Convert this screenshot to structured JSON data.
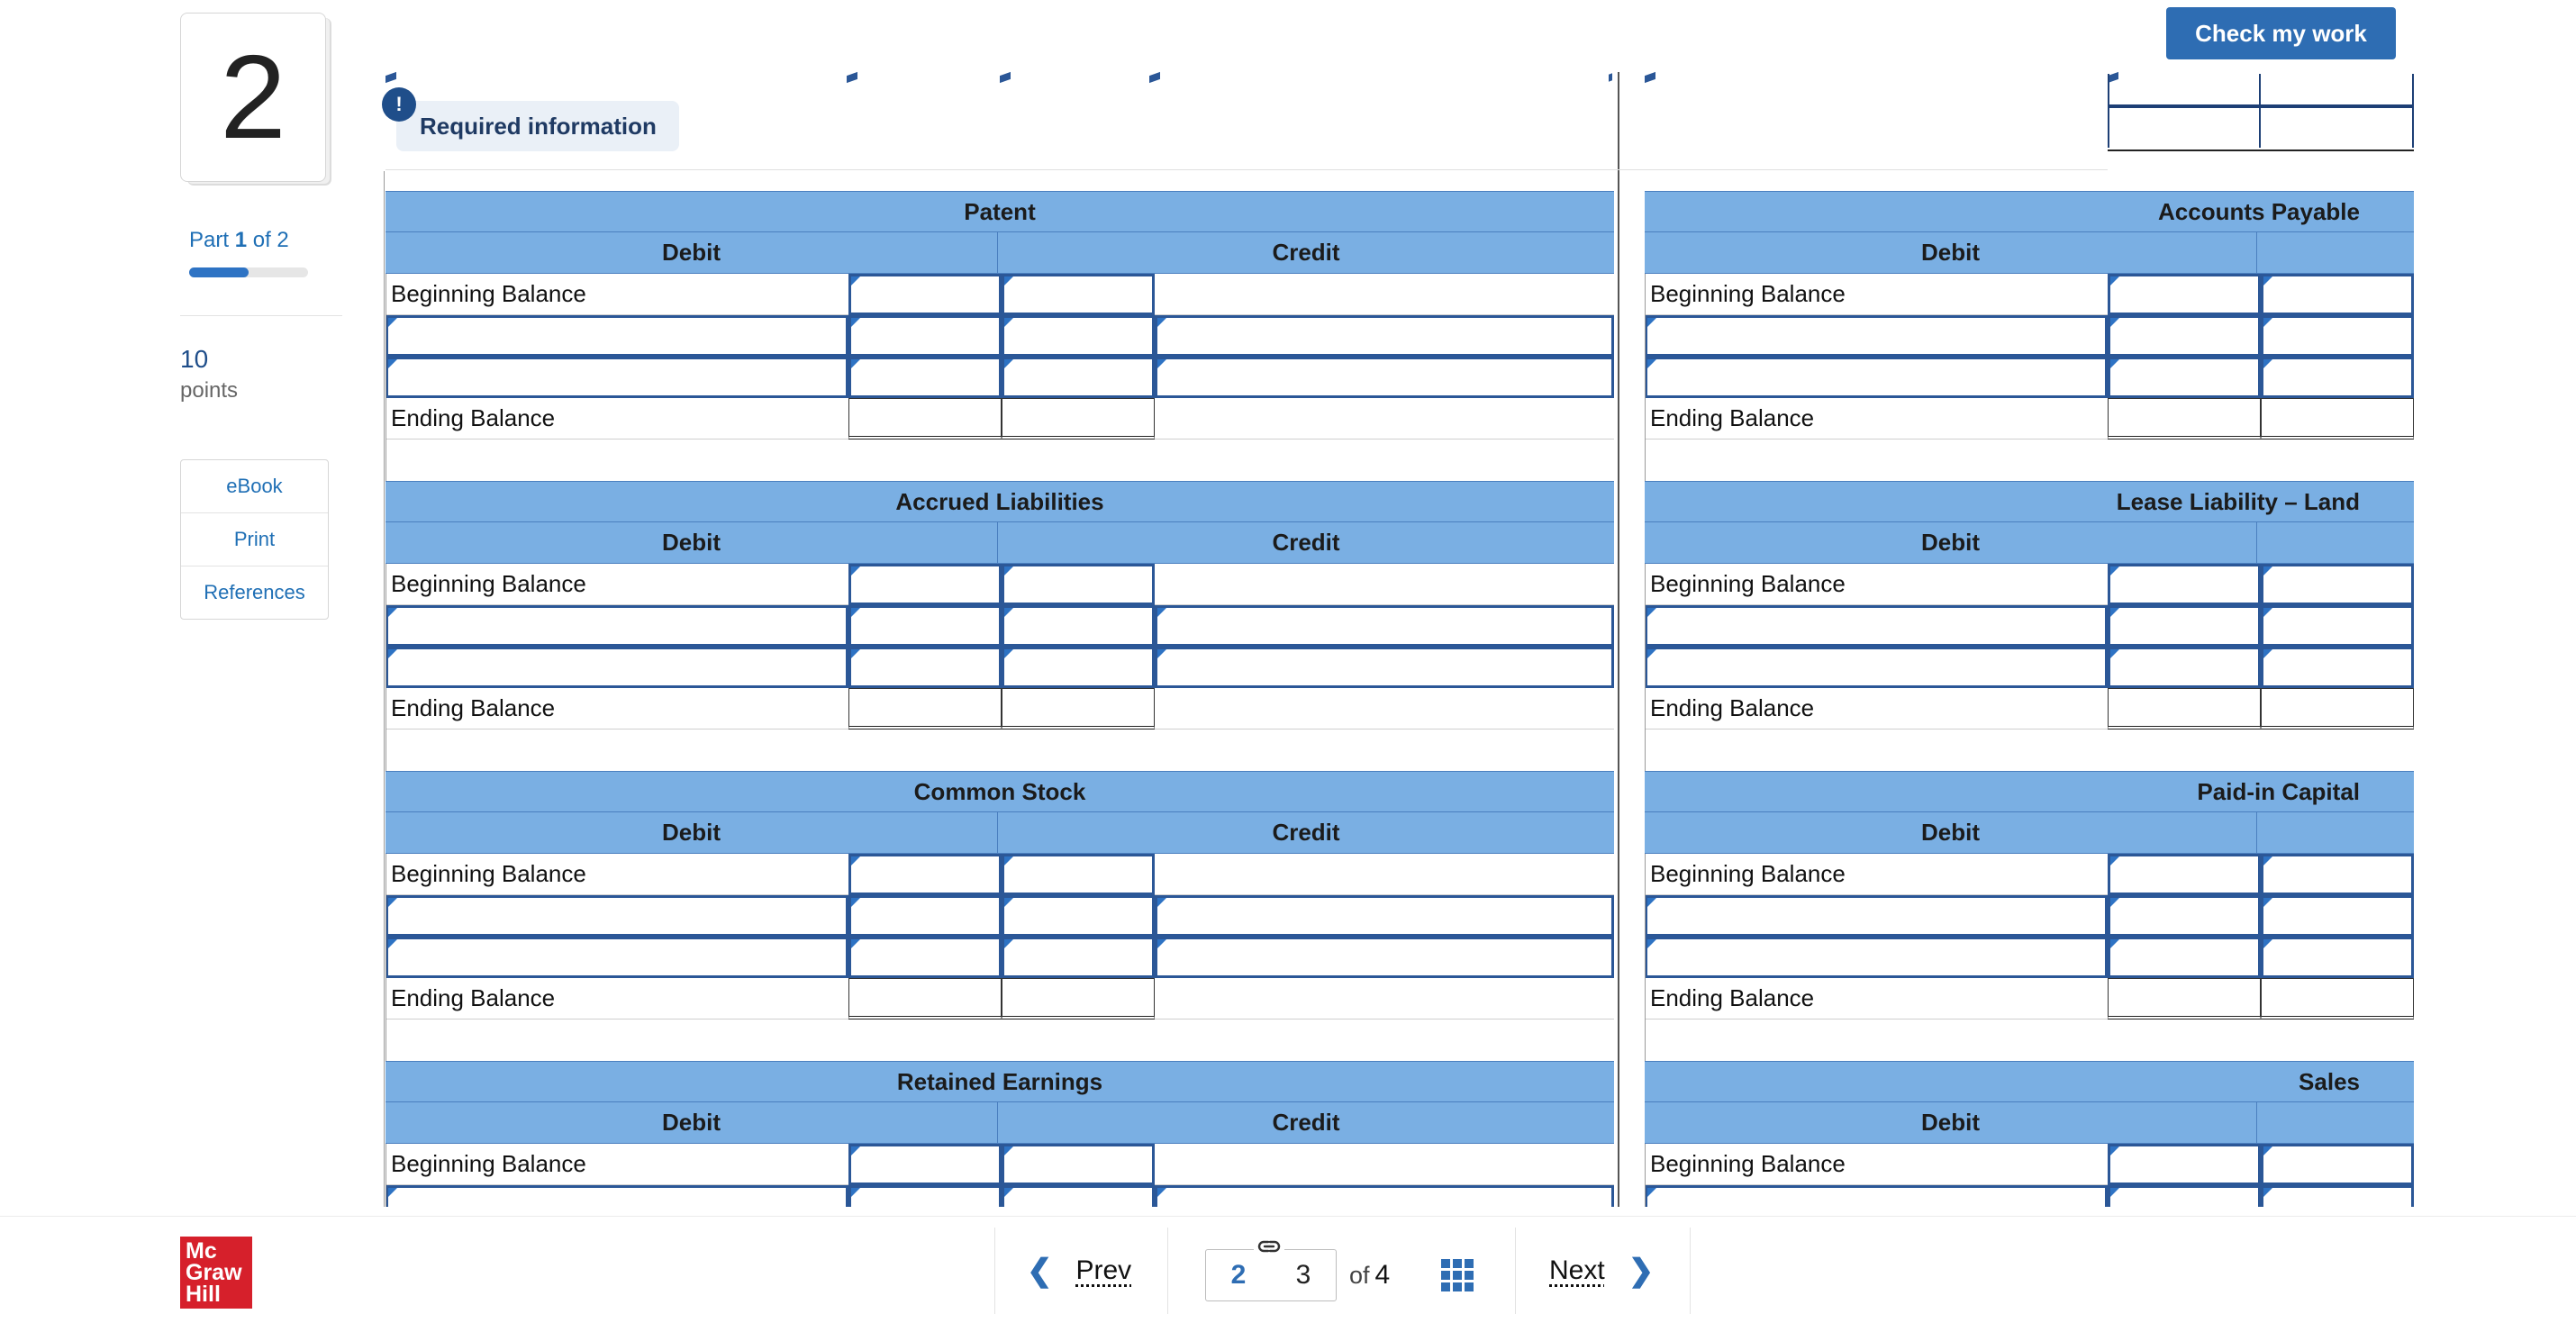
{
  "question": {
    "number": "2",
    "part_label_prefix": "Part",
    "part_current": "1",
    "part_of": "of 2",
    "progress": 0.5
  },
  "points": {
    "value": "10",
    "label": "points"
  },
  "tools": [
    "eBook",
    "Print",
    "References"
  ],
  "check_button": "Check my work",
  "required_info": {
    "icon": "!",
    "label": "Required information"
  },
  "accounts": {
    "debit_label": "Debit",
    "credit_label": "Credit",
    "beginning_label": "Beginning Balance",
    "ending_label": "Ending Balance",
    "left": [
      "Patent",
      "Accrued Liabilities",
      "Common Stock",
      "Retained Earnings"
    ],
    "right": [
      "Accounts Payable",
      "Lease Liability – Land",
      "Paid-in Capital",
      "Sales"
    ]
  },
  "pagination": {
    "prev": "Prev",
    "next": "Next",
    "current": "2",
    "next_page": "3",
    "of_label": "of",
    "total": "4"
  },
  "logo": {
    "line1": "Mc",
    "line2": "Graw",
    "line3": "Hill"
  },
  "colors": {
    "header_blue": "#7aafe3",
    "accent_blue": "#2e6db3",
    "logo_red": "#d6202b"
  },
  "icons": [
    "alert-icon",
    "link-icon",
    "grid-icon",
    "chevron-left-icon",
    "chevron-right-icon"
  ]
}
